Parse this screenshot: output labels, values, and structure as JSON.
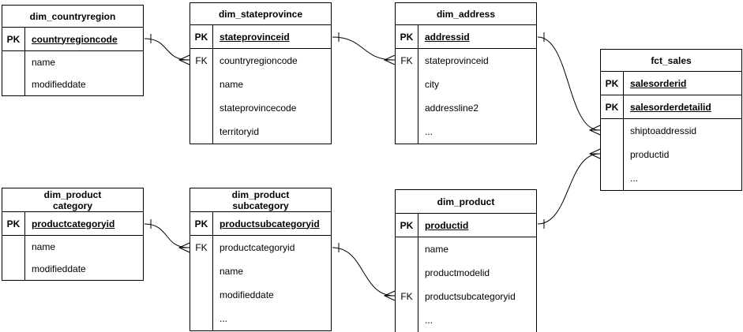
{
  "diagram": {
    "kind": "entity-relationship-diagram",
    "background_color": "#ffffff",
    "line_color": "#000000",
    "text_color": "#000000",
    "tables": [
      {
        "id": "dim_countryregion",
        "title": "dim_countryregion",
        "rows": [
          {
            "key": "PK",
            "name": "countryregioncode",
            "is_pk": true
          },
          {
            "key": "",
            "name": "name",
            "is_pk": false
          },
          {
            "key": "",
            "name": "modifieddate",
            "is_pk": false
          }
        ]
      },
      {
        "id": "dim_stateprovince",
        "title": "dim_stateprovince",
        "rows": [
          {
            "key": "PK",
            "name": "stateprovinceid",
            "is_pk": true
          },
          {
            "key": "FK",
            "name": "countryregioncode",
            "is_pk": false
          },
          {
            "key": "",
            "name": "name",
            "is_pk": false
          },
          {
            "key": "",
            "name": "stateprovincecode",
            "is_pk": false
          },
          {
            "key": "",
            "name": "territoryid",
            "is_pk": false
          }
        ]
      },
      {
        "id": "dim_address",
        "title": "dim_address",
        "rows": [
          {
            "key": "PK",
            "name": "addressid",
            "is_pk": true
          },
          {
            "key": "FK",
            "name": "stateprovinceid",
            "is_pk": false
          },
          {
            "key": "",
            "name": "city",
            "is_pk": false
          },
          {
            "key": "",
            "name": "addressline2",
            "is_pk": false
          },
          {
            "key": "",
            "name": "...",
            "is_pk": false
          }
        ]
      },
      {
        "id": "fct_sales",
        "title": "fct_sales",
        "rows": [
          {
            "key": "PK",
            "name": "salesorderid",
            "is_pk": true
          },
          {
            "key": "PK",
            "name": "salesorderdetailid",
            "is_pk": true
          },
          {
            "key": "",
            "name": "shiptoaddressid",
            "is_pk": false
          },
          {
            "key": "",
            "name": "productid",
            "is_pk": false
          },
          {
            "key": "",
            "name": "...",
            "is_pk": false
          }
        ]
      },
      {
        "id": "dim_productcategory",
        "title": "dim_product\ncategory",
        "rows": [
          {
            "key": "PK",
            "name": "productcategoryid",
            "is_pk": true
          },
          {
            "key": "",
            "name": "name",
            "is_pk": false
          },
          {
            "key": "",
            "name": "modifieddate",
            "is_pk": false
          }
        ]
      },
      {
        "id": "dim_productsubcategory",
        "title": "dim_product\nsubcategory",
        "rows": [
          {
            "key": "PK",
            "name": "productsubcategoryid",
            "is_pk": true
          },
          {
            "key": "FK",
            "name": "productcategoryid",
            "is_pk": false
          },
          {
            "key": "",
            "name": "name",
            "is_pk": false
          },
          {
            "key": "",
            "name": "modifieddate",
            "is_pk": false
          },
          {
            "key": "",
            "name": "...",
            "is_pk": false
          }
        ]
      },
      {
        "id": "dim_product",
        "title": "dim_product",
        "rows": [
          {
            "key": "PK",
            "name": "productid",
            "is_pk": true
          },
          {
            "key": "",
            "name": "name",
            "is_pk": false
          },
          {
            "key": "",
            "name": "productmodelid",
            "is_pk": false
          },
          {
            "key": "FK",
            "name": "productsubcategoryid",
            "is_pk": false
          },
          {
            "key": "",
            "name": "...",
            "is_pk": false
          }
        ]
      }
    ],
    "relationships": [
      {
        "from": "dim_countryregion.countryregioncode",
        "to": "dim_stateprovince.countryregioncode",
        "from_cardinality": "one",
        "to_cardinality": "many"
      },
      {
        "from": "dim_stateprovince.stateprovinceid",
        "to": "dim_address.stateprovinceid",
        "from_cardinality": "one",
        "to_cardinality": "many"
      },
      {
        "from": "dim_address.addressid",
        "to": "fct_sales.shiptoaddressid",
        "from_cardinality": "one",
        "to_cardinality": "many"
      },
      {
        "from": "dim_product.productid",
        "to": "fct_sales.productid",
        "from_cardinality": "one",
        "to_cardinality": "many"
      },
      {
        "from": "dim_productcategory.productcategoryid",
        "to": "dim_productsubcategory.productcategoryid",
        "from_cardinality": "one",
        "to_cardinality": "many"
      },
      {
        "from": "dim_productsubcategory.productsubcategoryid",
        "to": "dim_product.productsubcategoryid",
        "from_cardinality": "one",
        "to_cardinality": "many"
      }
    ]
  }
}
